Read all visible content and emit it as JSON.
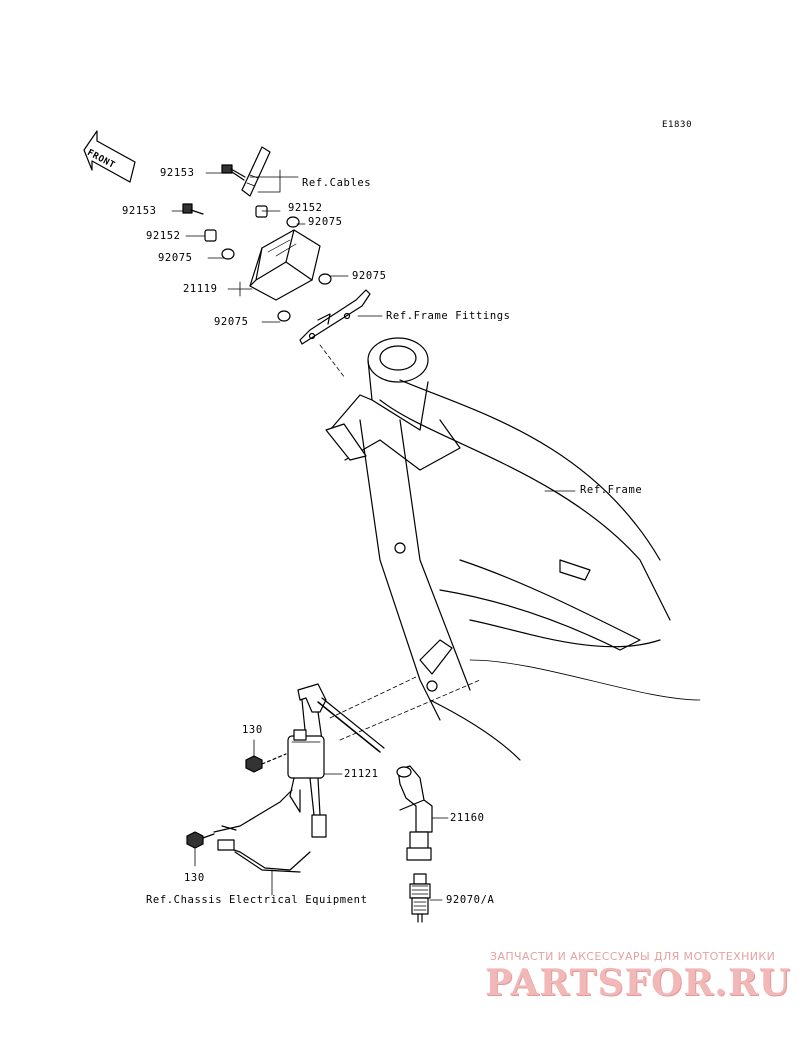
{
  "diagram_code": "E1830",
  "front_label": "FRONT",
  "labels": {
    "p92153a": "92153",
    "p92153b": "92153",
    "p92152a": "92152",
    "p92152b": "92152",
    "p92075a": "92075",
    "p92075b": "92075",
    "p92075c": "92075",
    "p92075d": "92075",
    "p21119": "21119",
    "p21121": "21121",
    "p21160": "21160",
    "p130a": "130",
    "p130b": "130",
    "p92070": "92070/A",
    "ref_cables": "Ref.Cables",
    "ref_frame_fittings": "Ref.Frame Fittings",
    "ref_frame": "Ref.Frame",
    "ref_chassis": "Ref.Chassis Electrical Equipment"
  },
  "watermark": {
    "line1": "ЗАПЧАСТИ И АКСЕССУАРЫ ДЛЯ МОТОТЕХНИКИ",
    "line2": "PARTSFOR.RU"
  }
}
